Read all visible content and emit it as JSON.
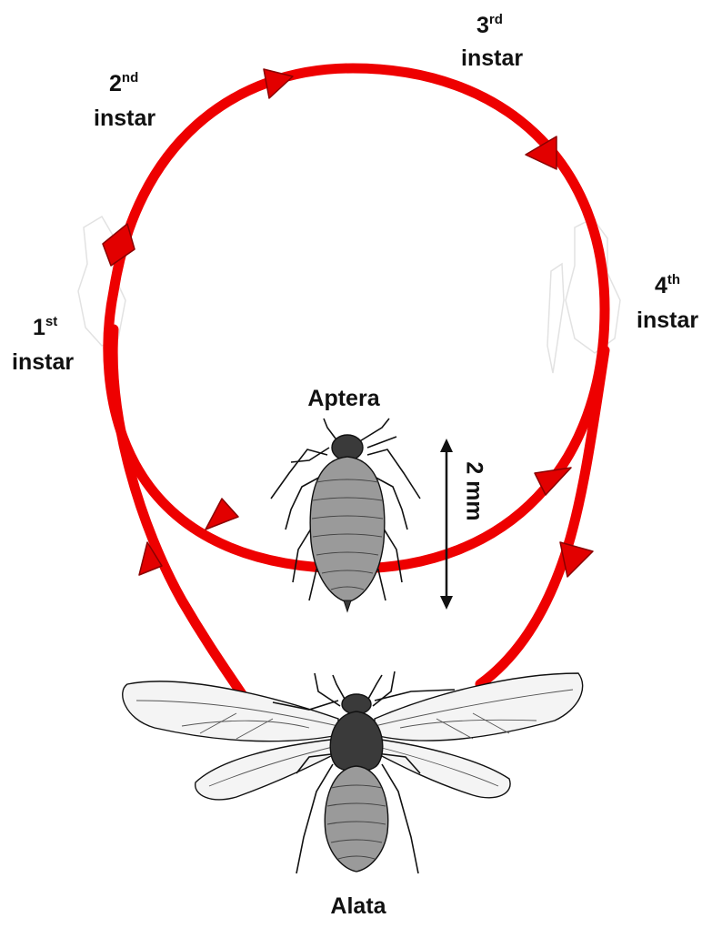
{
  "colors": {
    "cycle": "#ee0000",
    "arrow_fill": "#e20000",
    "arrow_stroke": "#8a0000",
    "ink": "#111111",
    "insect_fill": "#9a9a9a",
    "wing_fill": "#f4f4f4",
    "faint_outline": "#e2e2e2"
  },
  "labels": {
    "instar1": {
      "num": "1",
      "sup": "st",
      "word": "instar"
    },
    "instar2": {
      "num": "2",
      "sup": "nd",
      "word": "instar"
    },
    "instar3": {
      "num": "3",
      "sup": "rd",
      "word": "instar"
    },
    "instar4": {
      "num": "4",
      "sup": "th",
      "word": "instar"
    },
    "aptera": "Aptera",
    "alata": "Alata",
    "scale": "2 mm"
  },
  "icons": {
    "aptera_image": "wingless-aphid-illustration",
    "alata_image": "winged-aphid-illustration"
  }
}
